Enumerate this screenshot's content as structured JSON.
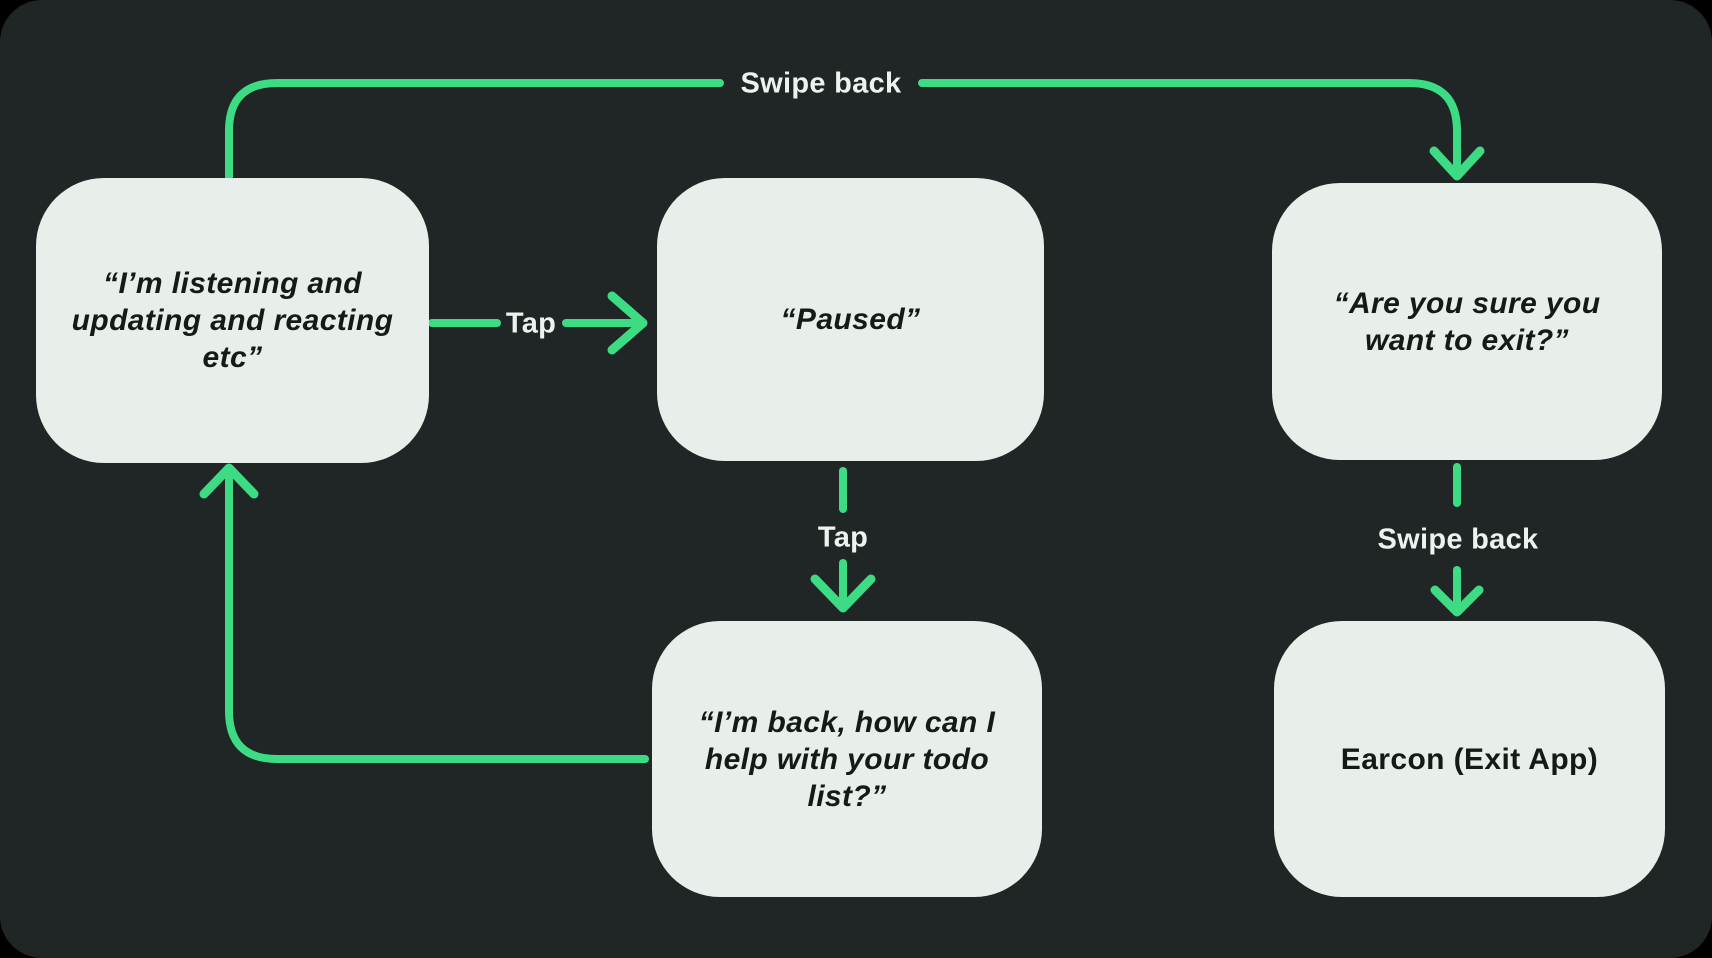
{
  "colors": {
    "page_bg": "#000000",
    "panel_bg": "#1f2625",
    "node_fill": "#e8eeea",
    "node_text": "#141b17",
    "edge_label": "#eef2ef",
    "accent_green": "#3ddc84"
  },
  "nodes": {
    "listening": {
      "lines": [
        "“I’m listening and",
        "updating and reacting",
        "etc”"
      ]
    },
    "paused": {
      "lines": [
        "“Paused”"
      ]
    },
    "exit_confirm": {
      "lines": [
        "“Are you sure you",
        "want to exit?”"
      ]
    },
    "back": {
      "lines": [
        "“I’m back, how can I",
        "help with your todo",
        "list?”"
      ]
    },
    "earcon": {
      "lines": [
        "Earcon (Exit App)"
      ]
    }
  },
  "edges": {
    "listening_to_exit_confirm": {
      "label": "Swipe back"
    },
    "listening_to_paused": {
      "label": "Tap"
    },
    "paused_to_back": {
      "label": "Tap"
    },
    "back_to_listening": {
      "label": ""
    },
    "exit_confirm_to_earcon": {
      "label": "Swipe back"
    }
  }
}
